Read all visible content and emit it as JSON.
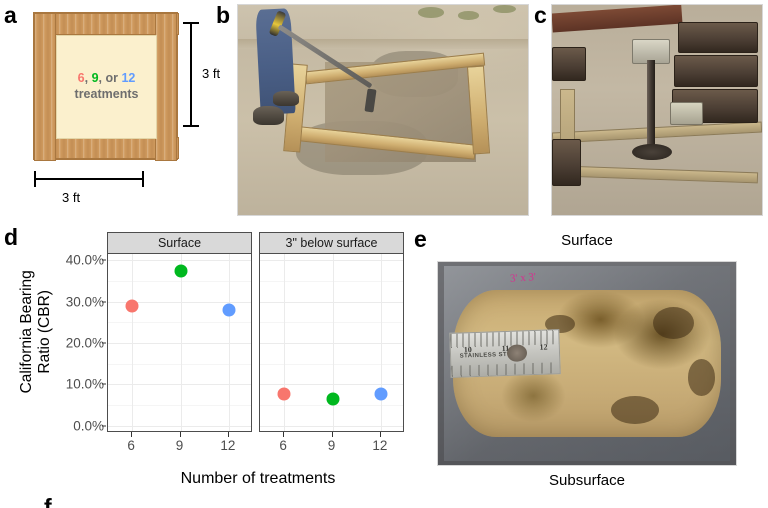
{
  "figure": {
    "panels": {
      "a": "a",
      "b": "b",
      "c": "c",
      "d": "d",
      "e": "e",
      "f": "f"
    }
  },
  "panel_a": {
    "label": "a",
    "frame_text_line1_prefix": "6",
    "frame_text_line1_sep1": ", ",
    "frame_text_line1_mid": "9",
    "frame_text_line1_sep2": ", or ",
    "frame_text_line1_suffix": "12",
    "frame_text_line2": "treatments",
    "dimension_height": "3 ft",
    "dimension_width": "3 ft",
    "colors": {
      "treatment_6": "#f8766d",
      "treatment_9": "#00b81f",
      "treatment_12": "#619cff",
      "text_gray": "#6e6e6e",
      "wood": "#cf9a5e",
      "interior": "#fbf0cd"
    }
  },
  "panel_b": {
    "label": "b",
    "description": "photo-field-plot-frame-raking"
  },
  "panel_c": {
    "label": "c",
    "description": "photo-cbr-load-frame-weights"
  },
  "panel_e": {
    "label": "e",
    "caption_top": "Surface",
    "caption_bottom": "Subsurface",
    "ruler_marks": [
      "10",
      "11",
      "12"
    ],
    "ruler_brand": "STAINLESS STEEL",
    "bag_marker_text": "3' x 3'",
    "description": "photo-soil-core-sample-with-ruler"
  },
  "panel_d": {
    "label": "d"
  },
  "chart_data": {
    "type": "scatter",
    "title": "",
    "xlabel": "Number of treatments",
    "ylabel": "California Bearing\nRatio (CBR)",
    "ylabel_line1": "California Bearing",
    "ylabel_line2": "Ratio (CBR)",
    "x": [
      6,
      9,
      12
    ],
    "categories": [
      "6",
      "9",
      "12"
    ],
    "xtick_labels": [
      "6",
      "9",
      "12"
    ],
    "ytick_labels": [
      "0.0%",
      "10.0%",
      "20.0%",
      "30.0%",
      "40.0%"
    ],
    "ytick_values": [
      0,
      10,
      20,
      30,
      40
    ],
    "ylim": [
      -1.5,
      41.5
    ],
    "xlim": [
      4.5,
      13.5
    ],
    "grid": true,
    "legend": "none",
    "facets": [
      {
        "name": "Surface",
        "points": [
          {
            "x": 6,
            "y": 29.0,
            "color": "#f8766d",
            "label": "6"
          },
          {
            "x": 9,
            "y": 37.5,
            "color": "#00b81f",
            "label": "9"
          },
          {
            "x": 12,
            "y": 28.0,
            "color": "#619cff",
            "label": "12"
          }
        ]
      },
      {
        "name": "3\" below surface",
        "points": [
          {
            "x": 6,
            "y": 7.8,
            "color": "#f8766d",
            "label": "6"
          },
          {
            "x": 9,
            "y": 6.5,
            "color": "#00b81f",
            "label": "9"
          },
          {
            "x": 12,
            "y": 7.7,
            "color": "#619cff",
            "label": "12"
          }
        ]
      }
    ],
    "colors": {
      "treatment_6": "#f8766d",
      "treatment_9": "#00b81f",
      "treatment_12": "#619cff",
      "strip_background": "#d9d9d9",
      "grid_major": "#ebebeb",
      "panel_border": "#4d4d4d"
    }
  }
}
